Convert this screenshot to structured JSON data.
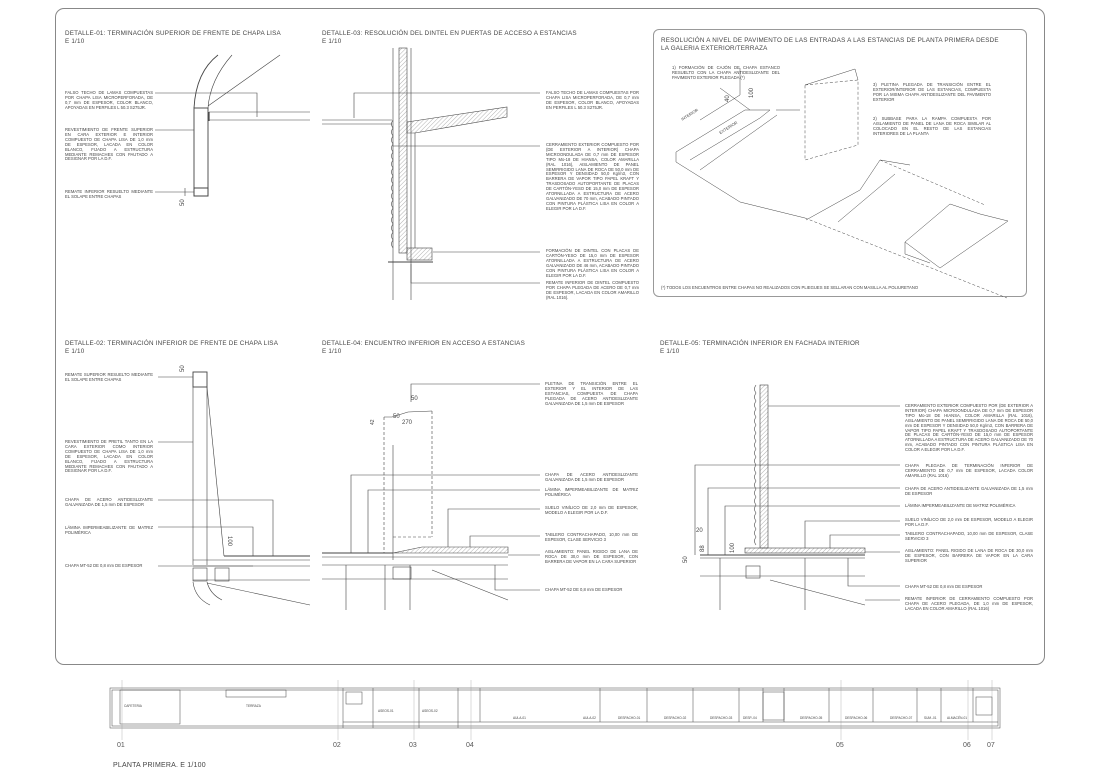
{
  "detail01": {
    "title": "DETALLE-01: TERMINACIÓN SUPERIOR DE FRENTE DE CHAPA LISA",
    "scale": "E 1/10",
    "notes": [
      "FALSO TECHO DE LAMAS COMPUESTAS POR CHAPA LISA MICROPERFORADA, DE 0,7 mm DE ESPESOR, COLOR BLANCO, APOYADAS EN PERFILES L 50.3 S275JR.",
      "REVESTIMIENTO DE FRENTE SUPERIOR EN CARA EXTERIOR E INTERIOR COMPUESTO DE CHAPA LISA DE 1,0 mm DE ESPESOR, LACADA EN COLOR BLANCO, FIJADO A ESTRUCTURA MEDIANTE REMACHES CON PAUTADO A DESIGNAR POR LA D.F.",
      "REMATE INFERIOR RESUELTO MEDIANTE EL SOLAPE ENTRE CHAPAS"
    ],
    "dims": [
      "50"
    ]
  },
  "detail03": {
    "title": "DETALLE-03: RESOLUCIÓN DEL DINTEL EN PUERTAS DE ACCESO A ESTANCIAS",
    "scale": "E 1/10",
    "notes": [
      "FALSO TECHO DE LAMAS COMPUESTAS POR CHAPA LISA MICROPERFORADA, DE 0,7 mm DE ESPESOR, COLOR BLANCO, APOYADAS EN PERFILES L 50.3 S275JR.",
      "CERRAMIENTO EXTERIOR COMPUESTO POR (DE EXTERIOR A INTERIOR) CHAPA MICROONDULADA DE 0,7 mm DE ESPESOR TIPO Mo-18 DE HIANSA, COLOR AMARILLA (RAL 1016), AISLAMIENTO DE PANEL SEMIRRIGIDO LANA DE ROCA DE 50,0 mm DE ESPESOR Y DENSIDAD 50,0 Kg/m3, CON BARRERA DE VAPOR TIPO PAPEL KRAFT Y TRASDOSADO AUTOPORTANTE DE PLACAS DE CARTÓN-YESO DE 15,0 mm DE ESPESOR ATORNILLADA A ESTRUCTURA DE ACERO GALVANIZADO DE 70 mm, ACABADO PINTADO CON PINTURA PLÁSTICA LISA EN COLOR A ELEGIR POR LA D.F.",
      "FORMACIÓN DE DINTEL CON PLACAS DE CARTÓN-YESO DE 15,0 mm DE ESPESOR ATORNILLADA A ESTRUCTURA DE ACERO GALVANIZADO DE 46 mm, ACABADO PINTADO CON PINTURA PLÁSTICA LISA EN COLOR A ELEGIR POR LA D.F.",
      "REMATE INFERIOR DE DINTEL COMPUESTO POR CHAPA PLEGADA DE ACERO DE 0,7 mm DE ESPESOR, LACADA EN COLOR AMARILLO (RAL 1016)."
    ]
  },
  "iso": {
    "title": "RESOLUCIÓN A NIVEL DE PAVIMENTO DE LAS ENTRADAS A LAS ESTANCIAS DE PLANTA PRIMERA DESDE LA GALERIA EXTERIOR/TERRAZA",
    "notes": [
      "1) FORMACIÓN DE CAJÓN DE CHAPA ESTANCO RESUELTO CON LA CHAPA ANTIDESLIZANTE DEL PAVIMENTO EXTERIOR PLEGADA (*)",
      "3) PLETINA PLEGADA DE TRANSICIÓN ENTRE EL EXTERIOR/INTERIOR DE LAS ESTANCIAS, COMPUESTA POR LA MISMA CHAPA ANTIDESLIZANTE DEL PAVIMENTO EXTERIOR",
      "2) SUBBASE PARA LA RAMPA COMPUESTA POR AISLAMIENTO DE PANEL DE LANA DE ROCA SIMILAR AL COLOCADO EN EL RESTO DE LAS ESTANCIAS INTERIORES DE LA PLANTA"
    ],
    "labels": [
      "INTERIOR",
      "EXTERIOR"
    ],
    "dims": [
      "40",
      "100"
    ],
    "footnote": "(*) TODOS LOS ENCUENTROS ENTRE CHAPAS NO REALIZADOS CON PLIEGUES SE SELLARAN CON MASILLA AL POLIURETANO"
  },
  "detail02": {
    "title": "DETALLE-02: TERMINACIÓN INFERIOR DE FRENTE DE CHAPA LISA",
    "scale": "E 1/10",
    "notes": [
      "REMATE SUPERIOR RESUELTO MEDIANTE EL SOLAPE ENTRE CHAPAS",
      "REVESTIMIENTO DE PRETIL TANTO EN LA CARA EXTERIOR COMO INTERIOR COMPUESTO DE CHAPA LISA DE 1,0 mm DE ESPESOR, LACADA EN COLOR BLANCO, FIJADO A ESTRUCTURA MEDIANTE REMACHES CON PAUTADO A DESIGNAR POR LA D.F.",
      "CHAPA DE ACERO ANTIDESLIZANTE GALVANIZADA DE 1,5 mm DE ESPESOR",
      "LÁMINA IMPERMEABILIZANTE DE MATRIZ POLIMÉRICA",
      "CHAPA MT-52 DE 0,8 mm DE ESPESOR"
    ],
    "dims": [
      "50",
      "100"
    ]
  },
  "detail04": {
    "title": "DETALLE-04: ENCUENTRO INFERIOR EN ACCESO A ESTANCIAS",
    "scale": "E 1/10",
    "notes": [
      "PLETINA DE TRANSICIÓN ENTRE EL EXTERIOR Y EL INTERIOR DE LAS ESTANCIAS, COMPUESTA DE CHAPA PLEGADA DE ACERO ANTIDESLIZANTE GALVANIZADA DE 1,5 mm DE ESPESOR",
      "CHAPA DE ACERO ANTIDESLIZANTE GALVANIZADA DE 1,5 mm DE ESPESOR",
      "LÁMINA IMPERMEABILIZANTE DE MATRIZ POLIMÉRICA",
      "SUELO VINÍLICO DE 2,0 mm DE ESPESOR, MODELO A ELEGIR POR LA D.F.",
      "TABLERO CONTRACHAPADO, 10,00 mm DE ESPESOR, CLASE SERVICIO 3",
      "AISLAMIENTO: PANEL RIGIDO DE LANA DE ROCA DE 30,0 mm DE ESPESOR, CON BARRERA DE VAPOR EN LA CARA SUPERIOR",
      "CHAPA MT-52 DE 0,8 mm DE ESPESOR"
    ],
    "dims": [
      "50",
      "42",
      "50",
      "270"
    ]
  },
  "detail05": {
    "title": "DETALLE-05: TERMINACIÓN INFERIOR EN FACHADA INTERIOR",
    "scale": "E 1/10",
    "notes": [
      "CERRAMIENTO EXTERIOR COMPUESTO POR (DE EXTERIOR A INTERIOR) CHAPA MICROONDULADA DE 0,7 mm DE ESPESOR TIPO Mo-18 DE HIANSA, COLOR AMARILLA (RAL 1016), AISLAMIENTO DE PANEL SEMIRRIGIDO LANA DE ROCA DE 50,0 mm DE ESPESOR Y DENSIDAD 50,0 Kg/m3, CON BARRERA DE VAPOR TIPO PAPEL KRAFT Y TRASDOSADO AUTOPORTANTE DE PLACAS DE CARTÓN-YESO DE 15,0 mm DE ESPESOR ATORNILLADA A ESTRUCTURA DE ACERO GALVANIZADO DE 70 mm, ACABADO PINTADO CON PINTURA PLÁSTICA LISA EN COLOR A ELEGIR POR LA D.F.",
      "CHAPA PLEGADA DE TERMINACIÓN INFERIOR DE CERRAMIENTO DE 0,7 mm DE ESPESOR, LACADA COLOR AMARILLO (RAL 1016)",
      "CHAPA DE ACERO ANTIDESLIZANTE GALVANIZADA DE 1,5 mm DE ESPESOR",
      "LÁMINA IMPERMEABILIZANTE DE MATRIZ POLIMÉRICA",
      "SUELO VINÍLICO DE 2,0 mm DE ESPESOR, MODELO A ELEGIR POR LA D.F.",
      "TABLERO CONTRACHAPADO, 10,00 mm DE ESPESOR, CLASE SERVICIO 3",
      "AISLAMIENTO: PANEL RIGIDO DE LANA DE ROCA DE 30,0 mm DE ESPESOR, CON BARRERA DE VAPOR EN LA CARA SUPERIOR",
      "CHAPA MT-52 DE 0,8 mm DE ESPESOR",
      "REMATE INFERIOR DE CERRAMIENTO COMPUESTO POR CHAPA DE ACERO PLEGADA, DE 1,0 mm DE ESPESOR, LACADA EN COLOR AMARILLO (RAL 1016)"
    ],
    "dims": [
      "20",
      "88",
      "100",
      "50"
    ]
  },
  "plan": {
    "title": "PLANTA PRIMERA. E 1/100",
    "rooms": [
      "CAFETERIA",
      "TERRAZA",
      "ASEOS-01",
      "ASEOS-02",
      "AULA-01",
      "AULA-02",
      "DESPACHO-01",
      "DESPACHO-02",
      "DESPACHO-03",
      "DESP.-04",
      "DESPACHO-05",
      "DESPACHO-06",
      "DESPACHO-07",
      "SUM.-01",
      "ALMACÉN-01"
    ],
    "axes": [
      "01",
      "02",
      "03",
      "04",
      "05",
      "06",
      "07"
    ]
  }
}
